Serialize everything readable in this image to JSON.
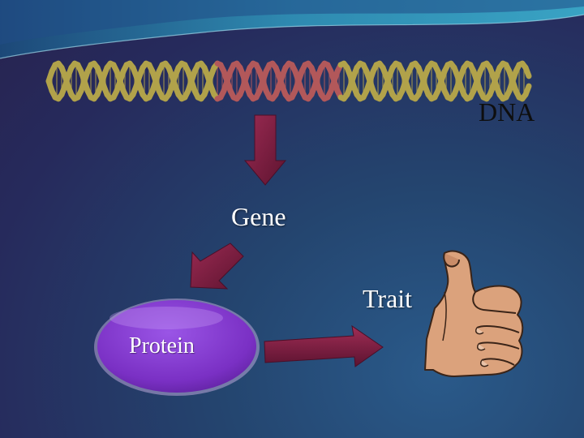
{
  "labels": {
    "dna": "DNA",
    "gene": "Gene",
    "trait": "Trait",
    "protein": "Protein"
  },
  "colors": {
    "background_dark": "#28234f",
    "background_light": "#2a5a8a",
    "dna_strand": "#b1a24a",
    "gene_segment": "#b2585a",
    "arrow": "#7d1f3e",
    "protein_fill": "#8b3fd8",
    "hand_skin": "#dba27c",
    "wave_top": "#2f8fb5"
  },
  "icons": {
    "dna": "dna-helix-icon",
    "trait": "thumbs-up-hand-icon"
  }
}
